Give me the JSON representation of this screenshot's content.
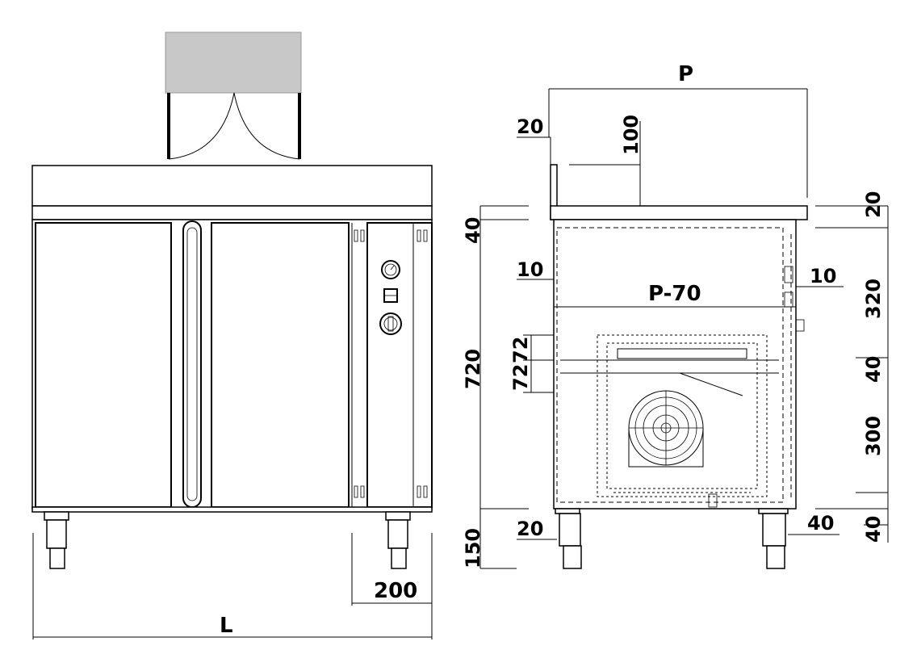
{
  "front_view": {
    "width_label": "L",
    "leg_offset_label": "200"
  },
  "side_view": {
    "depth_label": "P",
    "inner_depth_label": "P-70",
    "left_dims": {
      "upstand": "20",
      "top_band": "40",
      "inner_offset": "10",
      "shelf_a": "72",
      "shelf_b": "72",
      "body_height": "720",
      "foot_offset": "20",
      "leg_height": "150"
    },
    "top_dims": {
      "backsplash": "100"
    },
    "right_dims": {
      "top": "20",
      "side_offset": "10",
      "upper": "320",
      "middle": "40",
      "lower": "300",
      "base": "40",
      "foot_offset": "40"
    }
  }
}
